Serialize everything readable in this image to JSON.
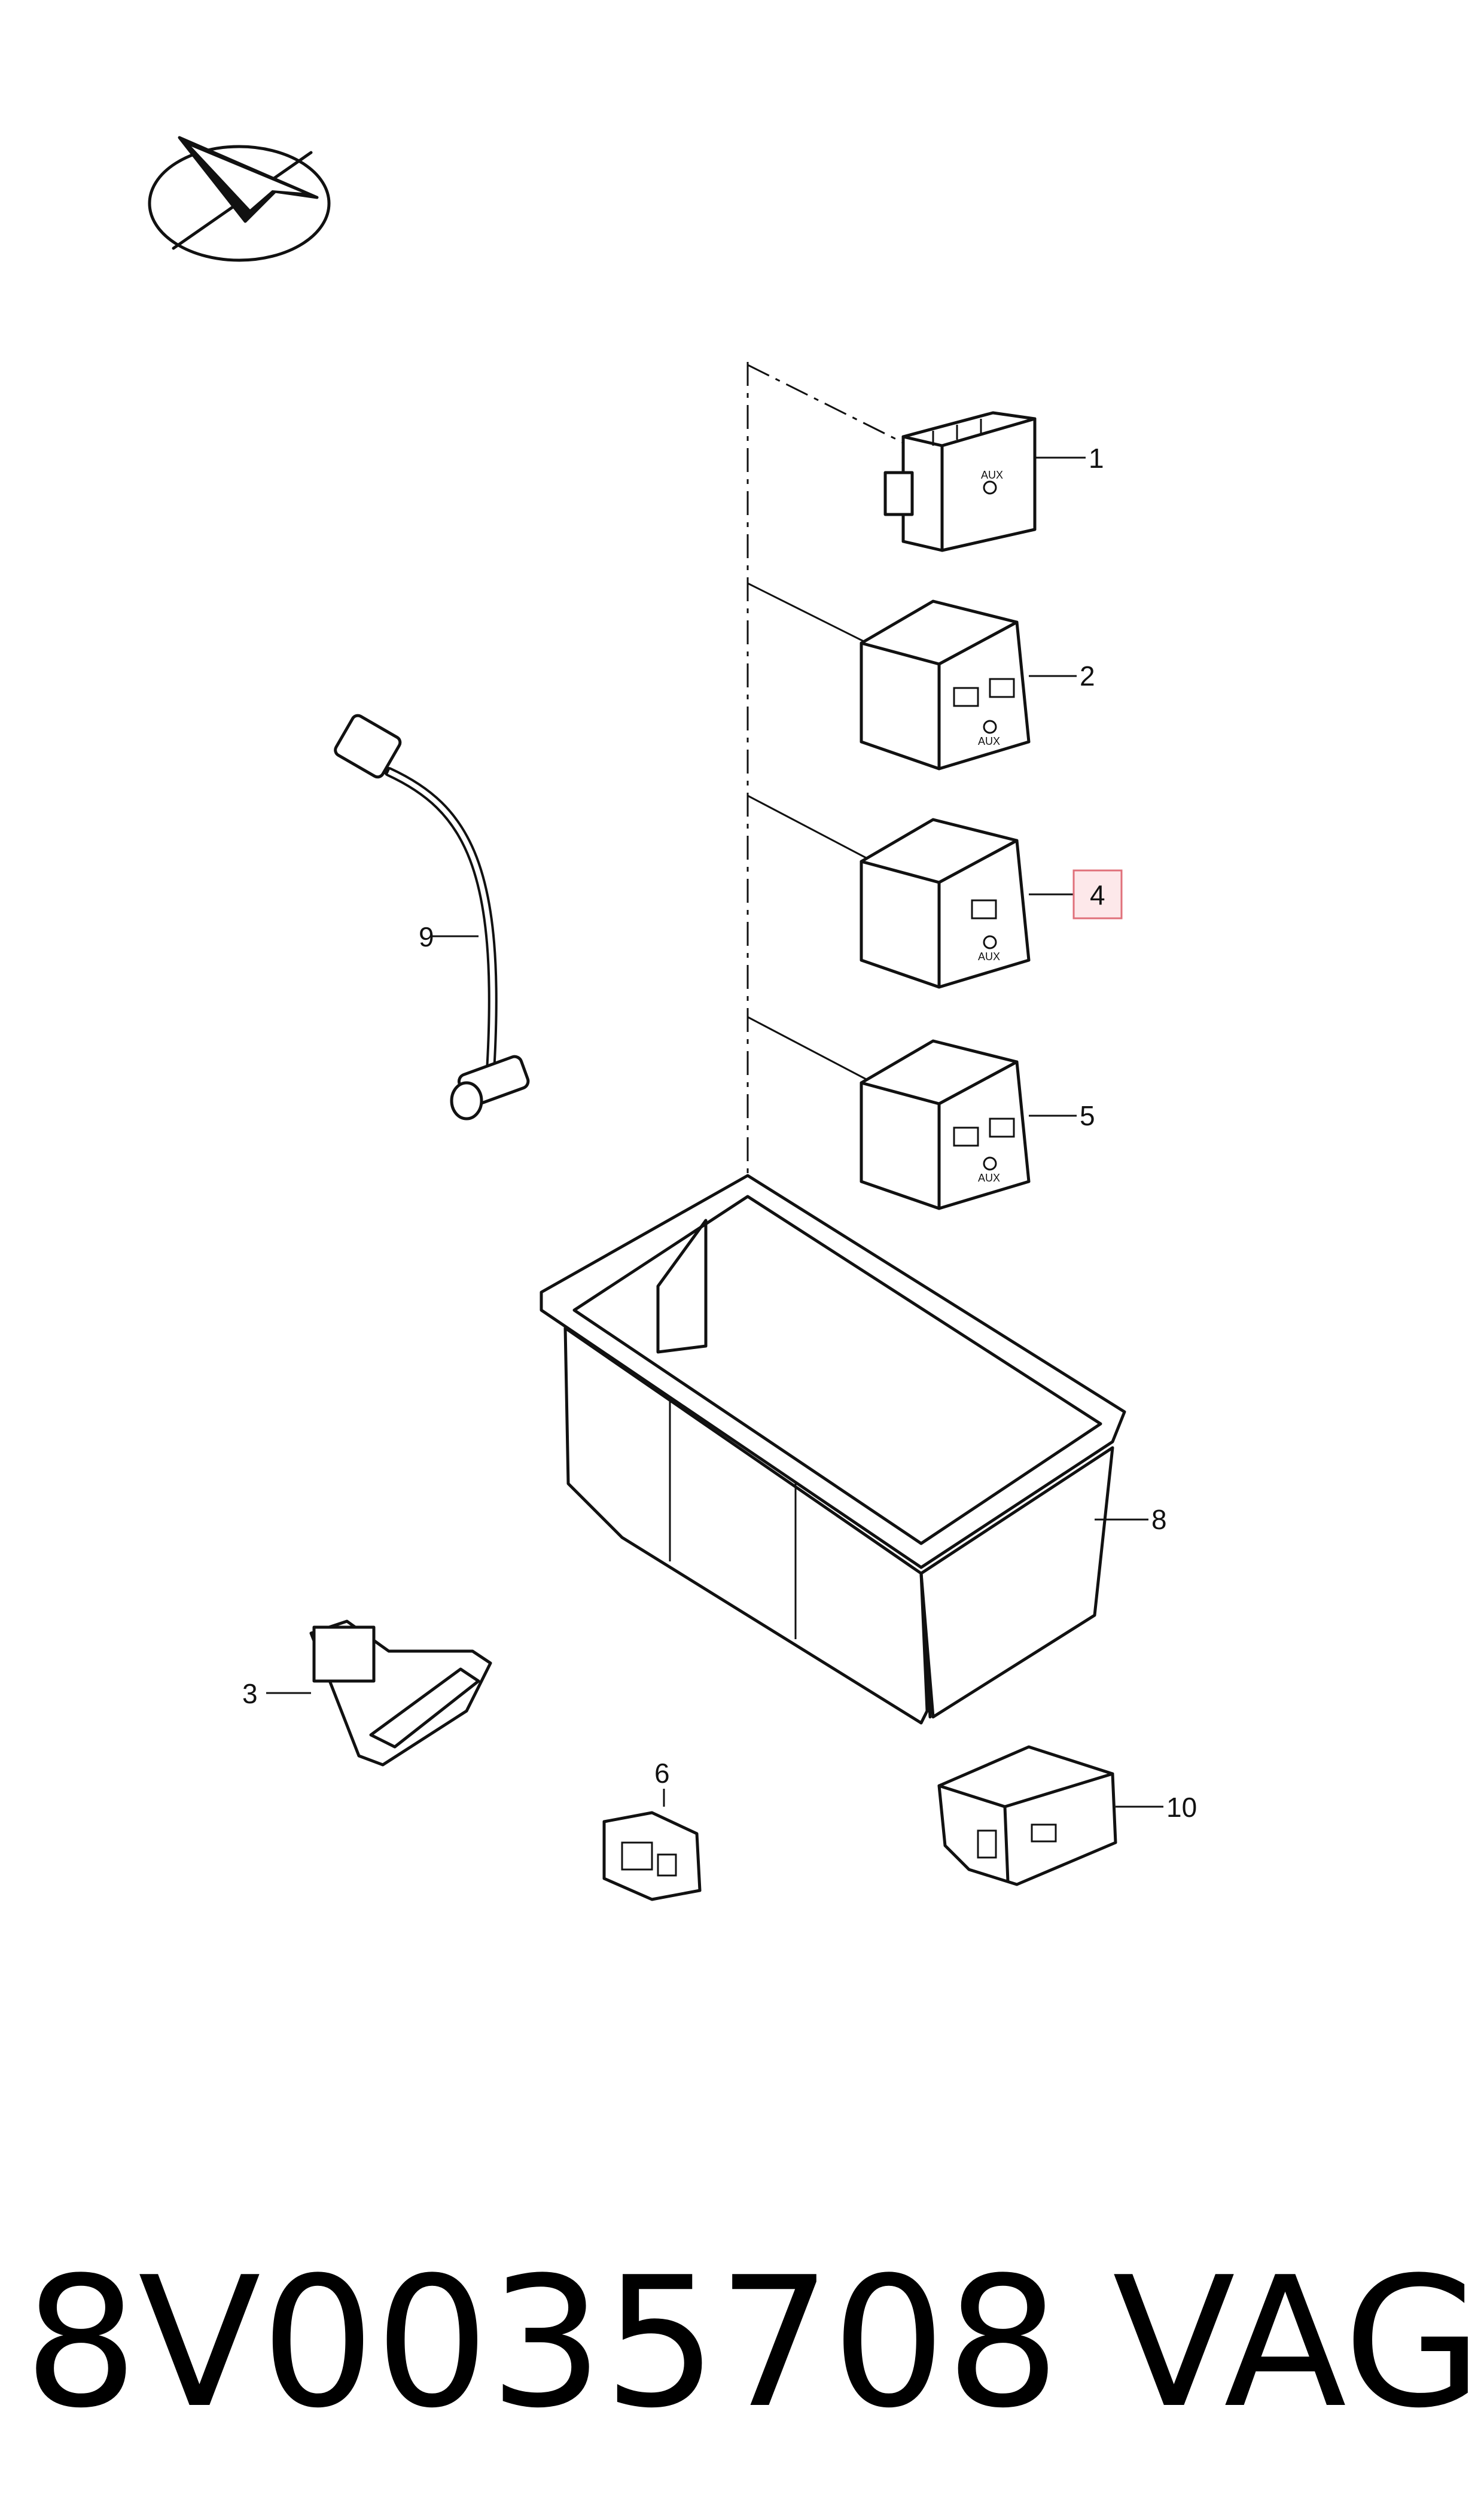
{
  "callouts": [
    {
      "id": "1",
      "label": "1"
    },
    {
      "id": "2",
      "label": "2"
    },
    {
      "id": "3",
      "label": "3"
    },
    {
      "id": "4",
      "label": "4",
      "highlighted": true
    },
    {
      "id": "5",
      "label": "5"
    },
    {
      "id": "6",
      "label": "6"
    },
    {
      "id": "8",
      "label": "8"
    },
    {
      "id": "9",
      "label": "9"
    },
    {
      "id": "10",
      "label": "10"
    }
  ],
  "port_labels": {
    "aux": "AUX"
  },
  "footer": {
    "part_number": "8V0035708",
    "brand": "VAG"
  },
  "colors": {
    "line": "#111111",
    "highlight_border": "#e0707a",
    "highlight_fill": "#fde8ea"
  },
  "icons": [
    "compass-logo-icon"
  ]
}
